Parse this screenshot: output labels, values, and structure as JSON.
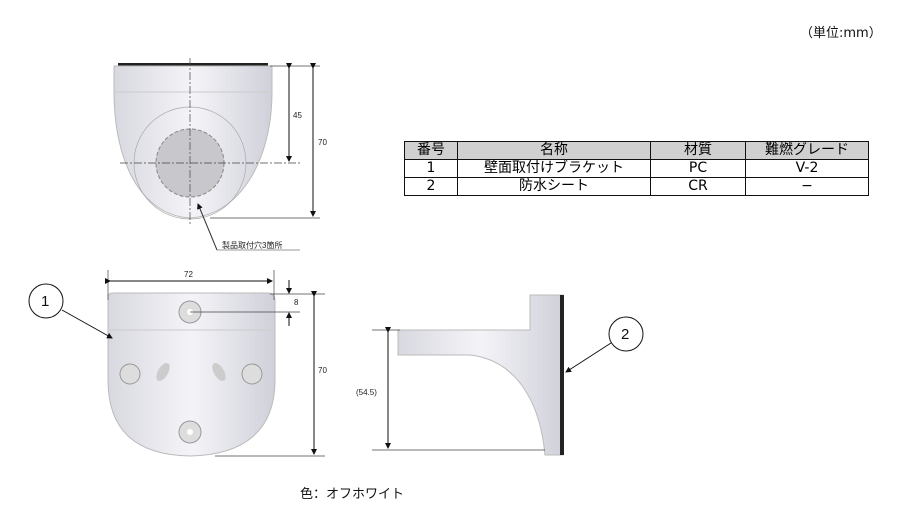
{
  "unit_label": "（単位:mm）",
  "parts_table": {
    "headers": [
      "番号",
      "名称",
      "材質",
      "難燃グレード"
    ],
    "rows": [
      [
        "1",
        "壁面取付けブラケット",
        "PC",
        "V-2"
      ],
      [
        "2",
        "防水シート",
        "CR",
        "−"
      ]
    ]
  },
  "top_view": {
    "dim_45": "45",
    "dim_70": "70",
    "note": "製品取付穴3箇所"
  },
  "front_view": {
    "dim_72": "72",
    "dim_8": "8",
    "dim_70": "70",
    "callout": "1"
  },
  "side_view": {
    "dim_545": "(54.5)",
    "callout": "2"
  },
  "color_note": "色：オフホワイト"
}
